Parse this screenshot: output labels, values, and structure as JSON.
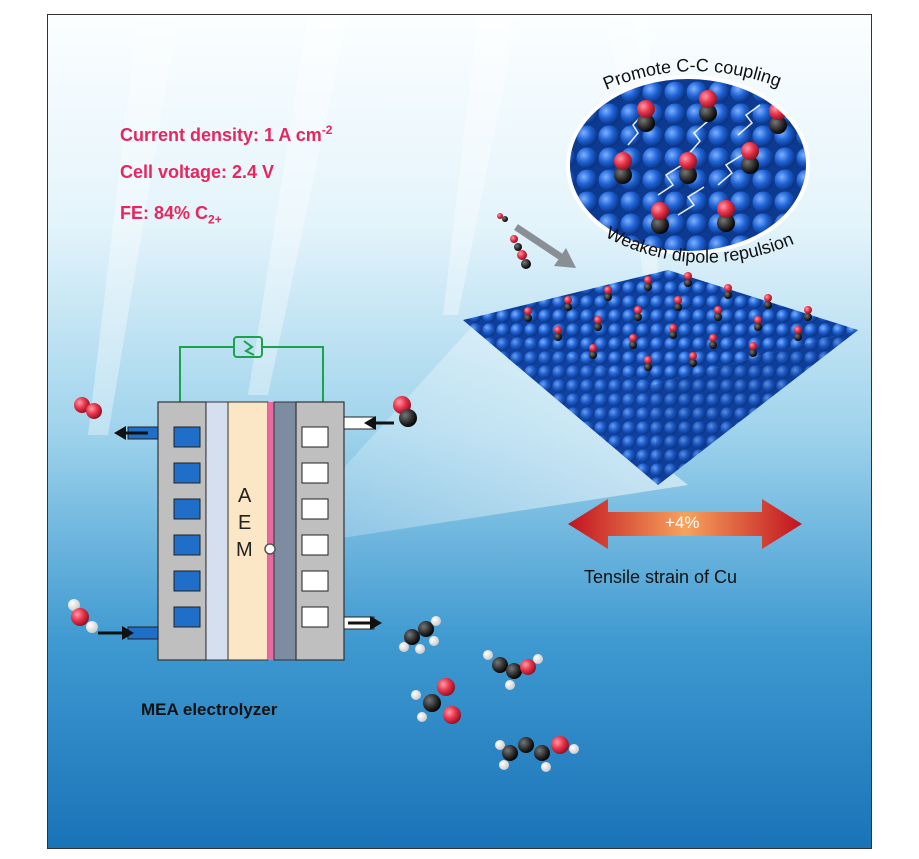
{
  "metrics": {
    "current_density_prefix": "Current density: 1 A cm",
    "current_density_sup": "-2",
    "cell_voltage": "Cell voltage: 2.4 V",
    "fe_prefix": "FE: 84% C",
    "fe_sub": "2+"
  },
  "catalyst": {
    "top_label": "Promote C-C coupling",
    "bottom_label": "Weaken dipole repulsion"
  },
  "strain": {
    "value": "+4%",
    "label": "Tensile strain of Cu"
  },
  "electrolyzer": {
    "membrane_letters": [
      "A",
      "E",
      "M"
    ],
    "title": "MEA electrolyzer"
  },
  "colors": {
    "copper_blue": "#1f63d6",
    "oxygen_red": "#e8334a",
    "carbon_black": "#2a2a2a",
    "hydrogen_white": "#f4f4f4",
    "metric_pink": "#e8265e",
    "circuit_green": "#1aa34a"
  }
}
